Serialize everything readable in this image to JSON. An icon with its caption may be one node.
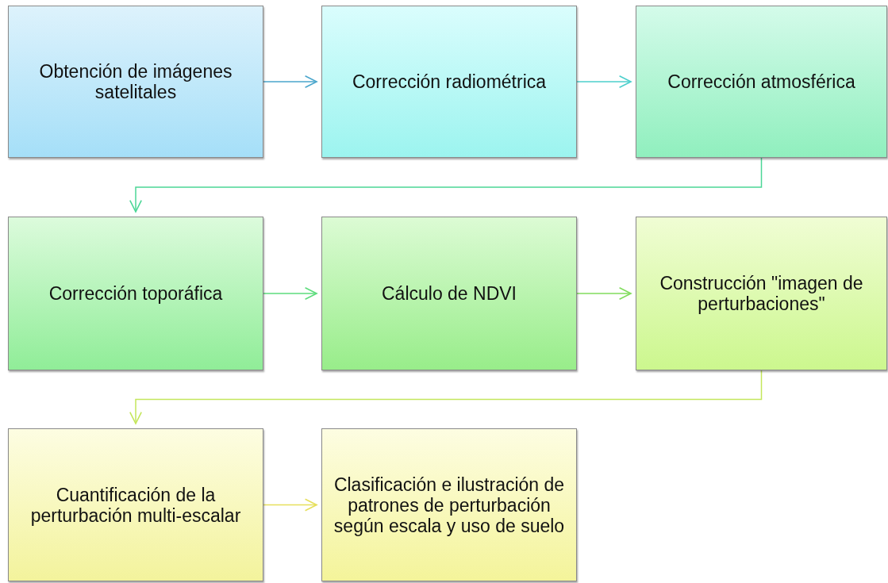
{
  "diagram": {
    "nodes": [
      {
        "text": [
          "Obtención de imágenes satelitales"
        ]
      },
      {
        "text": [
          "Corrección radiométrica"
        ]
      },
      {
        "text": [
          "Corrección atmosférica"
        ]
      },
      {
        "text": [
          "Corrección toporáfica"
        ]
      },
      {
        "text": [
          "Cálculo de NDVI"
        ]
      },
      {
        "text": [
          "Construcción \"imagen de perturbaciones\""
        ]
      },
      {
        "text": [
          "Cuantificación de la perturbación multi-escalar"
        ]
      },
      {
        "text": [
          "Clasificación e ilustración de patrones de perturbación según escala y uso de suelo"
        ]
      }
    ],
    "edges": [
      {
        "from": 0,
        "to": 1,
        "arrow": "to",
        "color": "#4aa6cc"
      },
      {
        "from": 1,
        "to": 2,
        "arrow": "to",
        "color": "#4ccfcc"
      },
      {
        "from": 2,
        "to": 3,
        "arrow": "to",
        "color": "#4cd696"
      },
      {
        "from": 3,
        "to": 4,
        "arrow": "to",
        "color": "#5cdc7c"
      },
      {
        "from": 4,
        "to": 5,
        "arrow": "to",
        "color": "#80dc5c"
      },
      {
        "from": 5,
        "to": 6,
        "arrow": "to",
        "color": "#c4e65c"
      },
      {
        "from": 6,
        "to": 7,
        "arrow": "to",
        "color": "#e6df5c"
      }
    ]
  }
}
